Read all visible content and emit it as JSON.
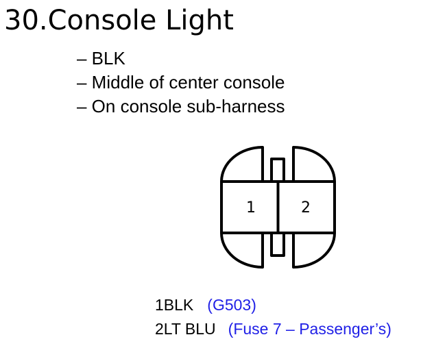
{
  "title": "30.Console Light",
  "bullets": [
    "– BLK",
    "– Middle of center console",
    "– On console sub-harness"
  ],
  "connector": {
    "pin_labels": [
      "1",
      "2"
    ]
  },
  "pins": [
    {
      "id": "1",
      "color": "BLK",
      "note": "(G503)"
    },
    {
      "id": "2",
      "color": "LT BLU",
      "note": "(Fuse 7 – Passenger’s)"
    }
  ],
  "colors": {
    "note": "#1f1fe6",
    "text": "#000000"
  }
}
